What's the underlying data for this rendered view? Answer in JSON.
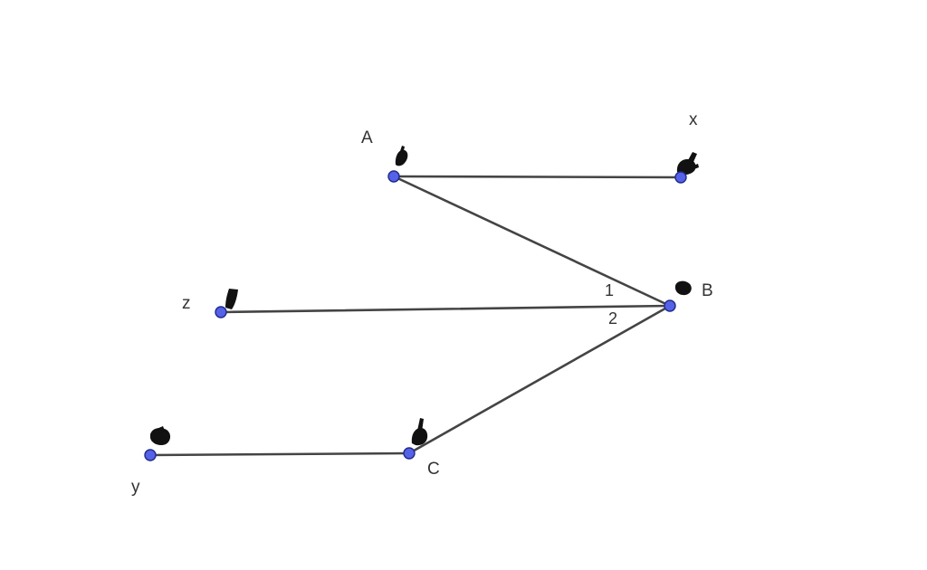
{
  "colors": {
    "line": "#444444",
    "point_fill": "#5561e6",
    "point_stroke": "#1f2a8a",
    "label": "#333333",
    "scribble": "#111111"
  },
  "points": {
    "A": {
      "label": "A"
    },
    "X": {
      "label": "x"
    },
    "B": {
      "label": "B"
    },
    "Z": {
      "label": "z"
    },
    "Y": {
      "label": "y"
    },
    "C": {
      "label": "C"
    }
  },
  "segments": [
    {
      "from": "A",
      "to": "X"
    },
    {
      "from": "A",
      "to": "B"
    },
    {
      "from": "Z",
      "to": "B"
    },
    {
      "from": "B",
      "to": "C"
    },
    {
      "from": "Y",
      "to": "C"
    }
  ],
  "angles": {
    "angle_1": "1",
    "angle_2": "2"
  }
}
